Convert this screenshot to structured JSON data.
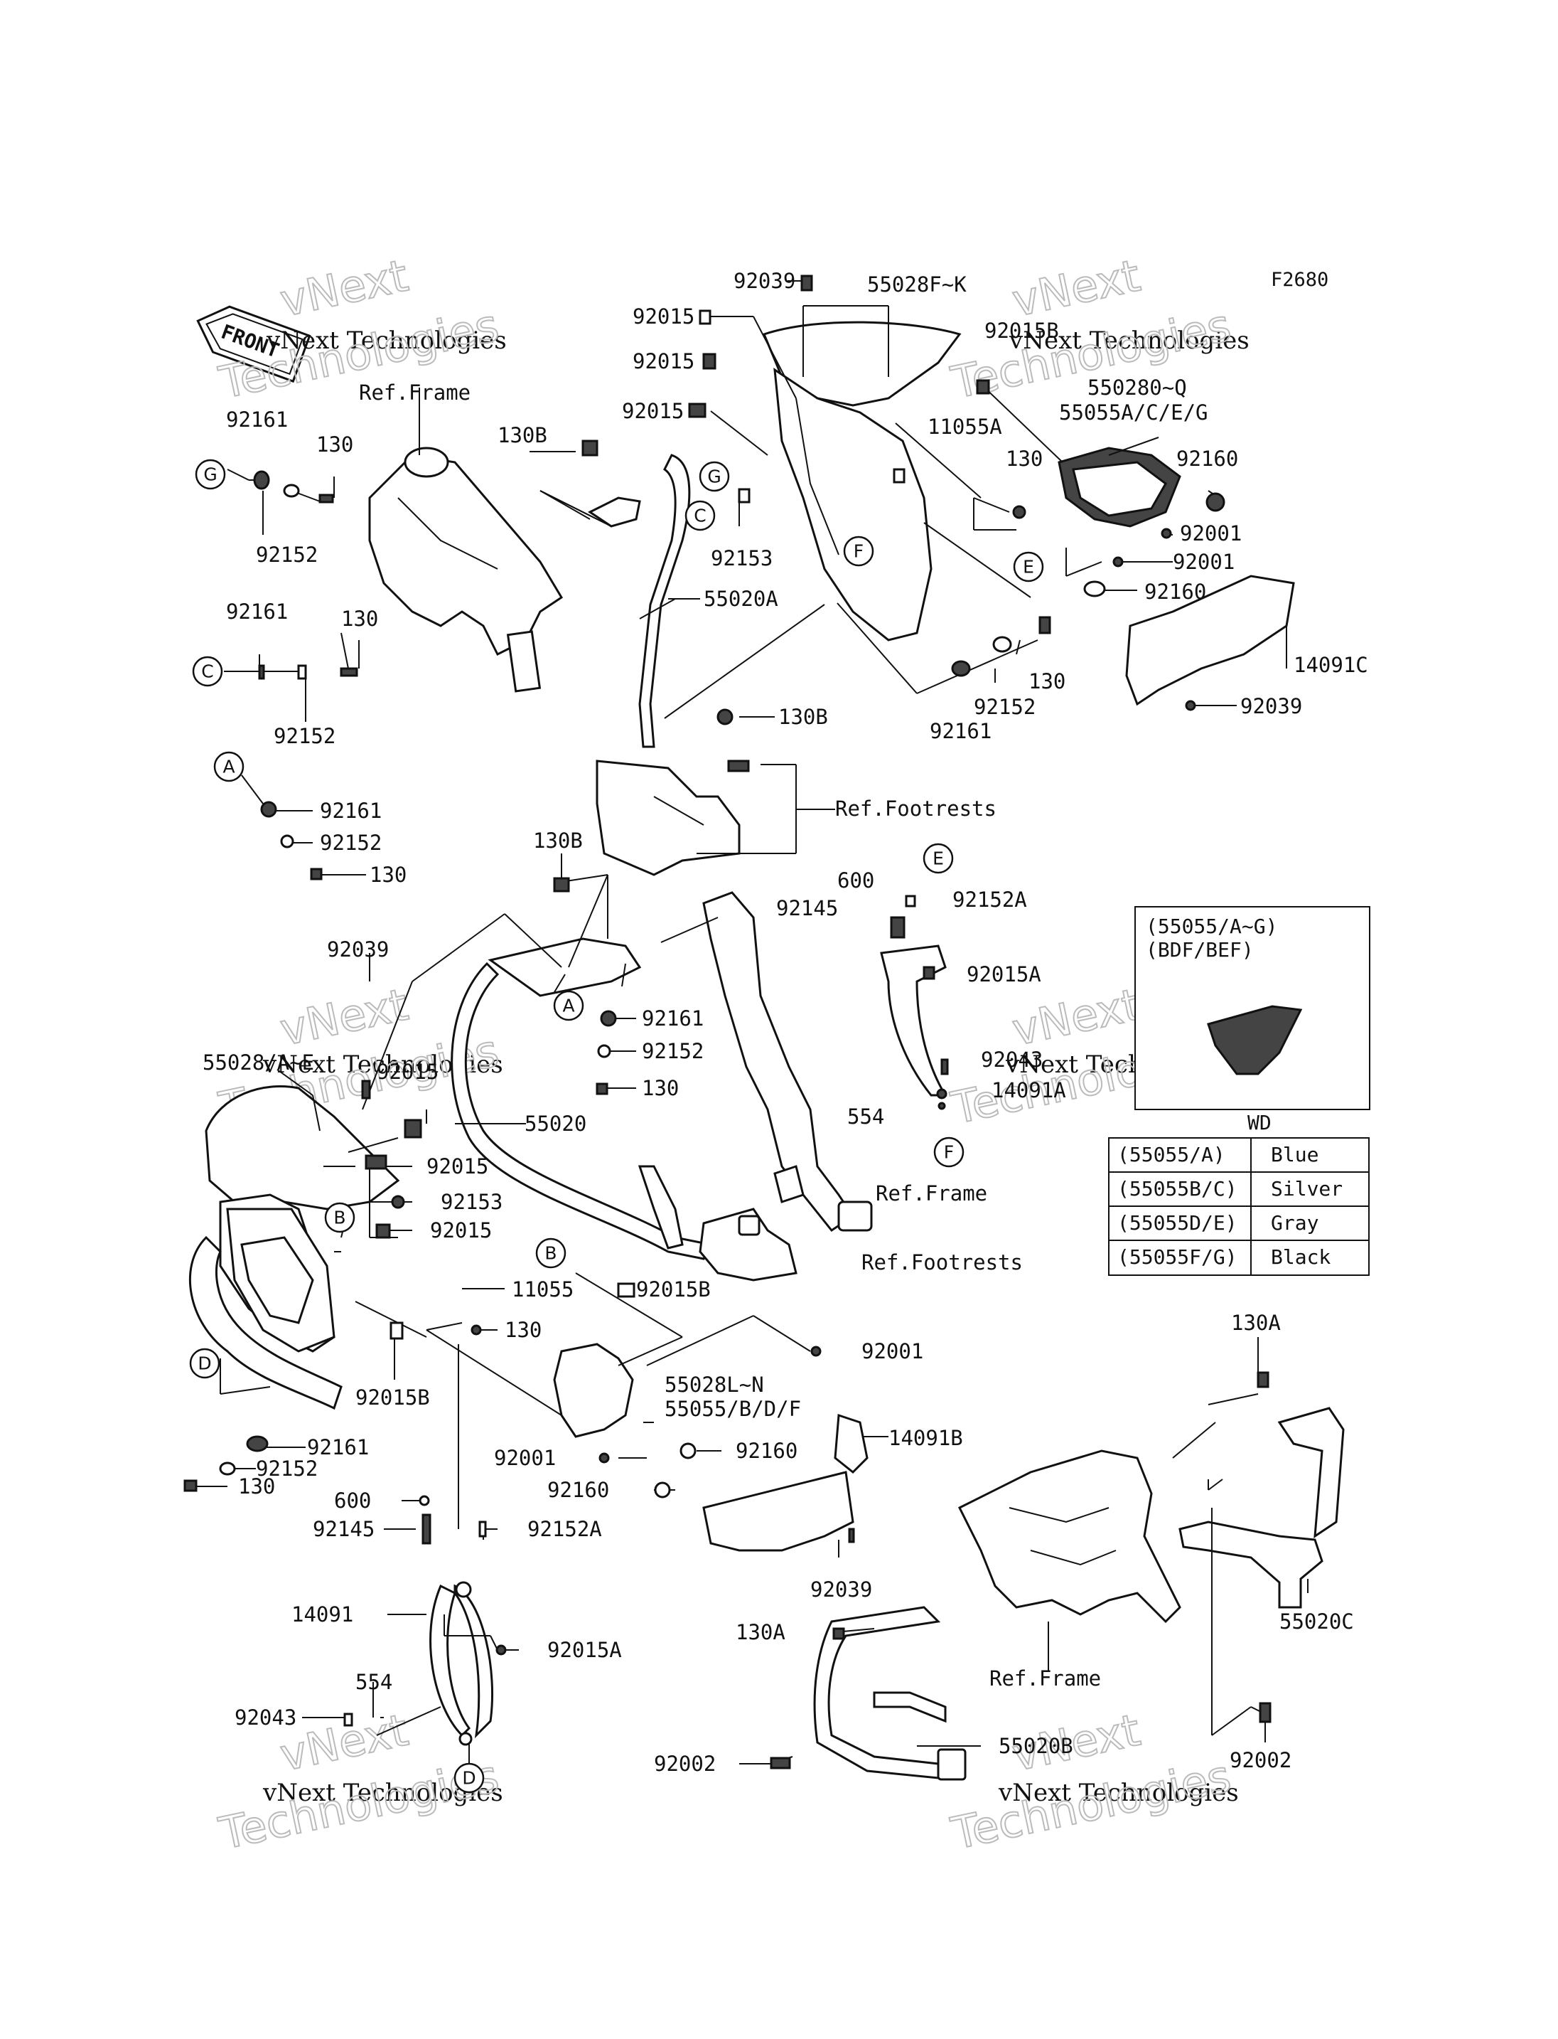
{
  "figure_code": "F2680",
  "front_label": "FRONT",
  "watermark": {
    "line1": "vNext",
    "line2": "vNext Technologies",
    "line3": "Technologies"
  },
  "refs": {
    "frame": "Ref.Frame",
    "footrests": "Ref.Footrests"
  },
  "callouts": [
    "A",
    "B",
    "C",
    "D",
    "E",
    "F",
    "G"
  ],
  "part_numbers": {
    "p92039_top": "92039",
    "p55028F_K": "55028F~K",
    "p92015_a": "92015",
    "p92015_b": "92015",
    "p92015_c": "92015",
    "p92015B_top": "92015B",
    "p550280_Q": "550280~Q",
    "p55055ACEG": "55055A/C/E/G",
    "p11055A": "11055A",
    "p130_top": "130",
    "p92160_top": "92160",
    "p92001_a": "92001",
    "p92001_b": "92001",
    "p92160_b": "92160",
    "p14091C": "14091C",
    "p92039_right": "92039",
    "p130B_top": "130B",
    "p92153_top": "92153",
    "p55020A": "55020A",
    "p92152_mid": "92152",
    "p92161_mid": "92161",
    "p130_mid": "130",
    "p130B_mid": "130B",
    "p92161_G": "92161",
    "p130_G": "130",
    "p92152_G": "92152",
    "p92161_C": "92161",
    "p130_C": "130",
    "p92152_C": "92152",
    "p92161_A": "92161",
    "p92152_A": "92152",
    "p130_A": "130",
    "p130B_low": "130B",
    "p600_a": "600",
    "p92145_a": "92145",
    "p92152A_a": "92152A",
    "p92015A_a": "92015A",
    "p92043_a": "92043",
    "p14091A": "14091A",
    "p554_a": "554",
    "p92039_left": "92039",
    "p55028AE": "55028/A~E",
    "p92015_d": "92015",
    "p92161_cent": "92161",
    "p92152_cent": "92152",
    "p130_cent": "130",
    "p55020": "55020",
    "p92015_e": "92015",
    "p92153_b": "92153",
    "p92015_f": "92015",
    "p11055": "11055",
    "p130_b": "130",
    "p92015B_b": "92015B",
    "p92015B_c": "92015B",
    "p92001_c": "92001",
    "p55028L_N": "55028L~N",
    "p55055BDF": "55055/B/D/F",
    "p92160_c": "92160",
    "p14091B": "14091B",
    "p92001_d": "92001",
    "p92160_d": "92160",
    "p92039_low": "92039",
    "p92161_low": "92161",
    "p92152_low": "92152",
    "p130_low": "130",
    "p600_b": "600",
    "p92145_b": "92145",
    "p92152A_b": "92152A",
    "p14091": "14091",
    "p92015A_b": "92015A",
    "p554_b": "554",
    "p92043_b": "92043",
    "p130A_top": "130A",
    "p130A_low": "130A",
    "p55020C": "55020C",
    "p55020B": "55020B",
    "p92002_a": "92002",
    "p92002_b": "92002"
  },
  "variant_box": {
    "line1": "(55055/A~G)",
    "line2": "(BDF/BEF)"
  },
  "color_table": {
    "header": "WD",
    "rows": [
      {
        "code": "(55055/A)",
        "color": "Blue"
      },
      {
        "code": "(55055B/C)",
        "color": "Silver"
      },
      {
        "code": "(55055D/E)",
        "color": "Gray"
      },
      {
        "code": "(55055F/G)",
        "color": "Black"
      }
    ]
  }
}
